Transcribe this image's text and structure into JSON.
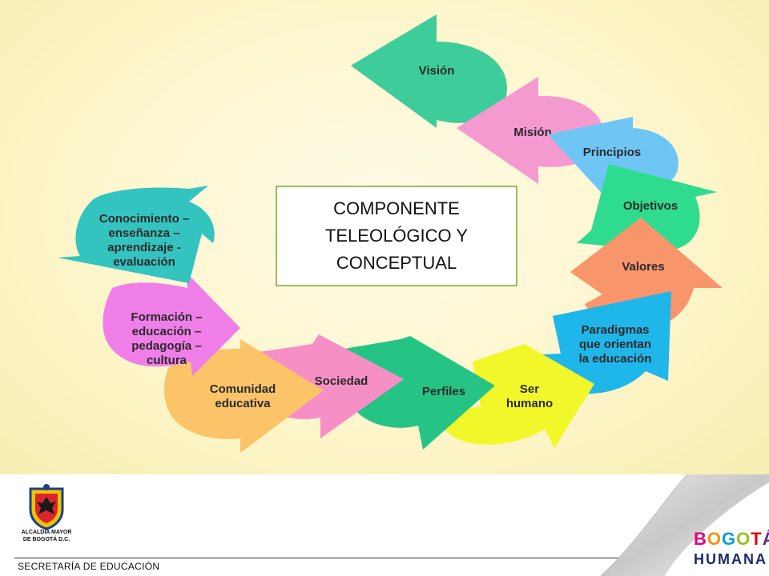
{
  "center_box": {
    "lines": [
      "COMPONENTE",
      "TELEOLÓGICO Y",
      "CONCEPTUAL"
    ]
  },
  "arrows": [
    {
      "id": "vision",
      "lines": [
        "Visión"
      ],
      "color": "#3dcc9a"
    },
    {
      "id": "mision",
      "lines": [
        "Misión"
      ],
      "color": "#f59ad0"
    },
    {
      "id": "principios",
      "lines": [
        "Principios"
      ],
      "color": "#6fc6f4"
    },
    {
      "id": "objetivos",
      "lines": [
        "Objetivos"
      ],
      "color": "#2fdc8f"
    },
    {
      "id": "valores",
      "lines": [
        "Valores"
      ],
      "color": "#f9956b"
    },
    {
      "id": "paradigmas",
      "lines": [
        "Paradigmas",
        "que orientan",
        "la educación"
      ],
      "color": "#1fb6ea"
    },
    {
      "id": "ser-humano",
      "lines": [
        "Ser",
        "humano"
      ],
      "color": "#f2f72a"
    },
    {
      "id": "perfiles",
      "lines": [
        "Perfiles"
      ],
      "color": "#26c484"
    },
    {
      "id": "sociedad",
      "lines": [
        "Sociedad"
      ],
      "color": "#f58fc6"
    },
    {
      "id": "comunidad",
      "lines": [
        "Comunidad",
        "educativa"
      ],
      "color": "#fbc468"
    },
    {
      "id": "formacion",
      "lines": [
        "Formación –",
        "educación –",
        "pedagogía –",
        "cultura"
      ],
      "color": "#f07ee8"
    },
    {
      "id": "conocimiento",
      "lines": [
        "Conocimiento –",
        "enseñanza –",
        "aprendizaje -",
        "evaluación"
      ],
      "color": "#33c4c0"
    }
  ],
  "footer": {
    "alcaldia": [
      "ALCALDÍA MAYOR",
      "DE BOGOTÁ D.C."
    ],
    "secretaria": "SECRETARÍA DE EDUCACIÓN",
    "logo_top": "BOGOTÁ",
    "logo_bottom": "HUMANA",
    "logo_colors": [
      "#e4007c",
      "#f39200",
      "#009fe3",
      "#95c11f",
      "#e30613",
      "#662483"
    ]
  }
}
